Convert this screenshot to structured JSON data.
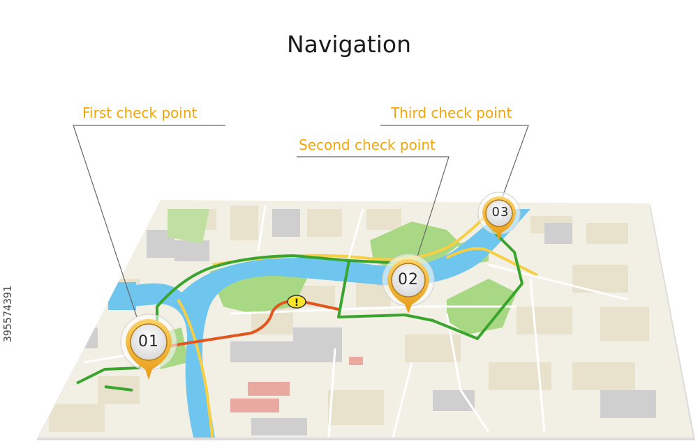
{
  "title": "Navigation",
  "checkpoints": [
    {
      "callout": "First check point",
      "label": "01"
    },
    {
      "callout": "Second check point",
      "label": "02"
    },
    {
      "callout": "Third check point",
      "label": "03"
    }
  ],
  "warning_symbol": "!",
  "watermark": "395574391",
  "colors": {
    "accent": "#f3a50a",
    "route_green": "#3aa52e",
    "route_orange": "#e0561e",
    "river": "#6ec6ee",
    "park": "#a9d884",
    "map_ground": "#f2efe4"
  }
}
